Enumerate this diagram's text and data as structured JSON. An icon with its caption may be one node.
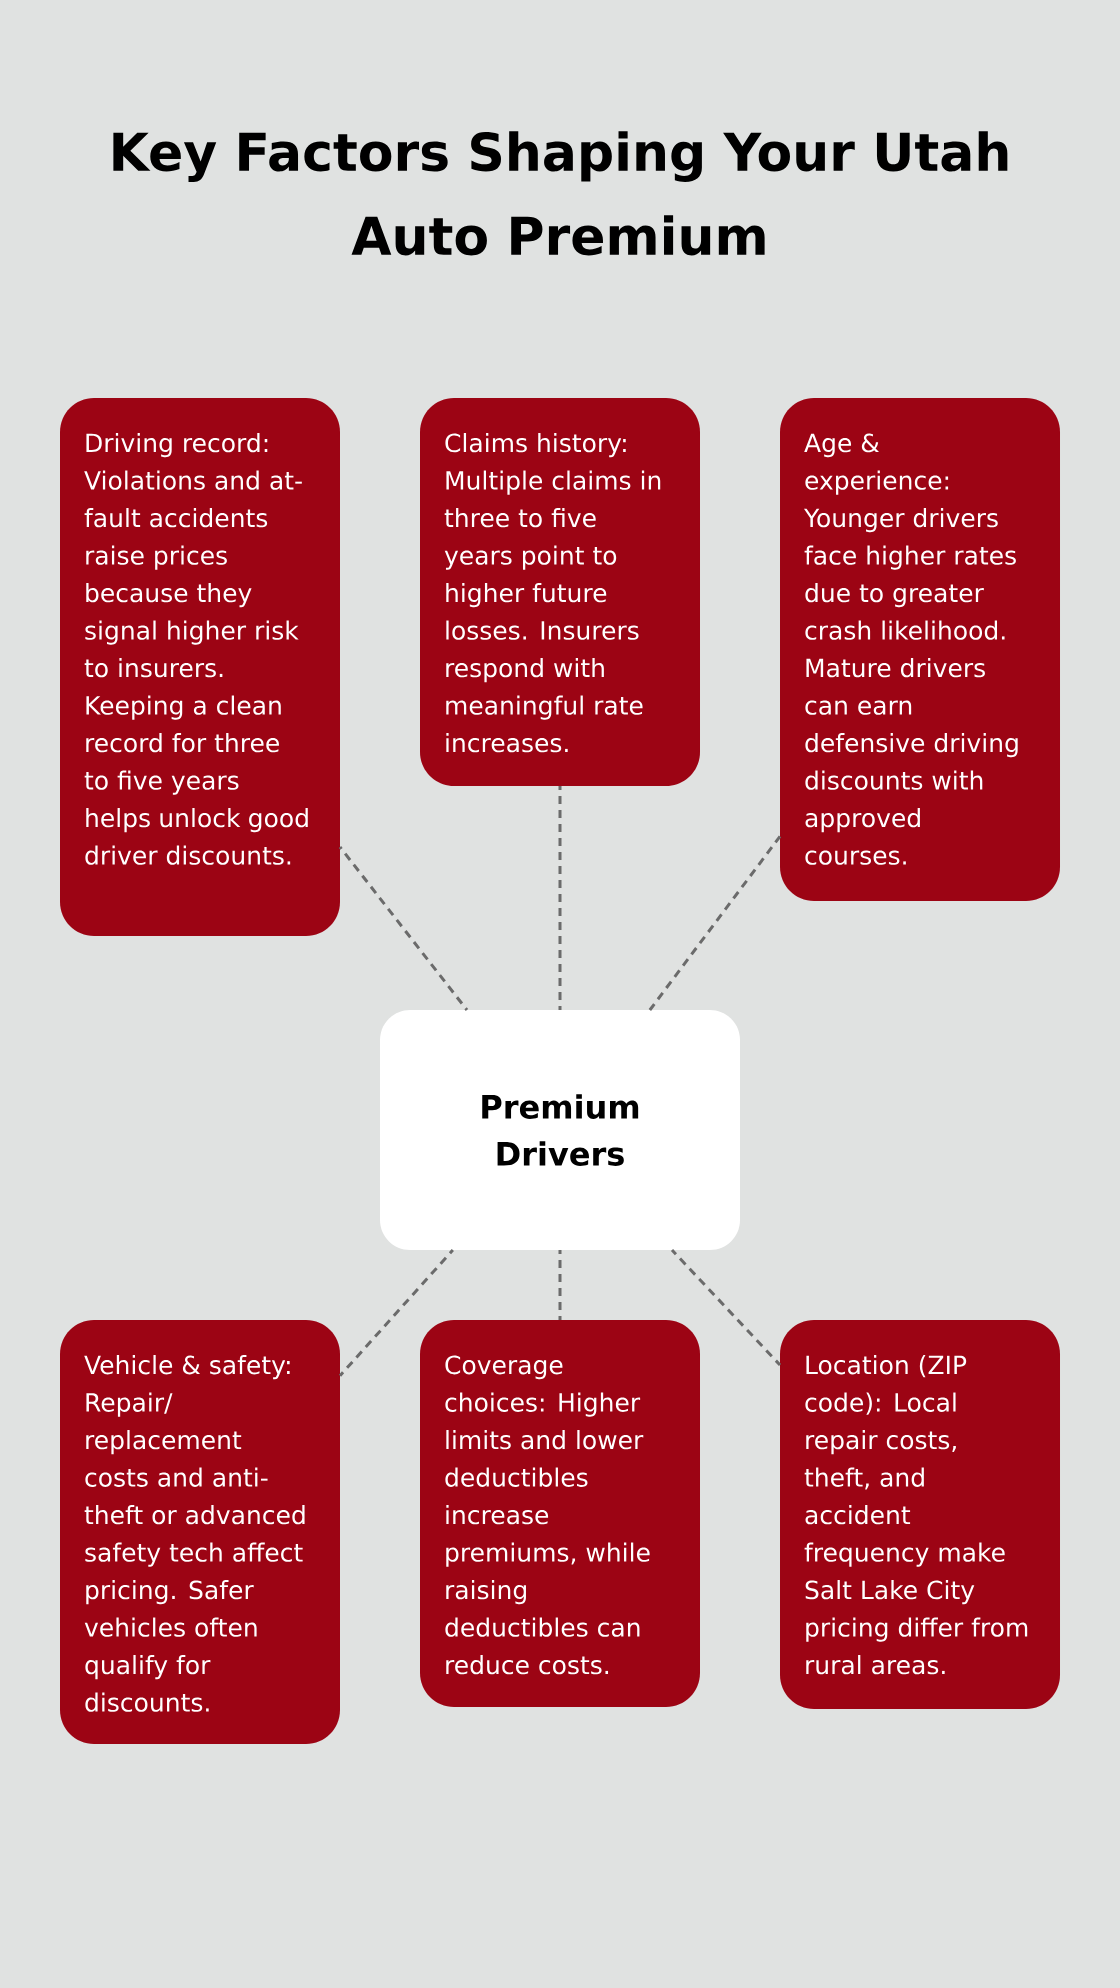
{
  "diagram": {
    "title": "Key Factors Shaping Your Utah Auto Premium",
    "nodes": [
      {
        "text": [
          "Driving record: Violations and at-fault accidents raise prices because they signal higher risk to insurers. Keeping a clean record for three to five years helps unlock good driver discounts."
        ]
      },
      {
        "text": [
          "Claims history: Multiple claims in three to five years point to higher future losses. Insurers respond with meaningful rate increases."
        ]
      },
      {
        "text": [
          "Age & experience: Younger drivers face higher rates due to greater crash likelihood. Mature drivers can earn defensive driving discounts with approved courses."
        ]
      },
      {
        "text": [
          "Premium Drivers"
        ]
      },
      {
        "text": [
          "Vehicle & safety: Repair/replacement costs and anti-theft or advanced safety tech affect pricing. Safer vehicles often qualify for discounts."
        ]
      },
      {
        "text": [
          "Coverage choices: Higher limits and lower deductibles increase premiums, while raising deductibles can reduce costs."
        ]
      },
      {
        "text": [
          "Location (ZIP code): Local repair costs, theft, and accident frequency make Salt Lake City pricing differ from rural areas."
        ]
      }
    ],
    "edges": [
      {
        "from": 3,
        "to": 0,
        "arrow": "none",
        "style": "dashed"
      },
      {
        "from": 3,
        "to": 1,
        "arrow": "none",
        "style": "dashed"
      },
      {
        "from": 3,
        "to": 2,
        "arrow": "none",
        "style": "dashed"
      },
      {
        "from": 3,
        "to": 4,
        "arrow": "none",
        "style": "dashed"
      },
      {
        "from": 3,
        "to": 5,
        "arrow": "none",
        "style": "dashed"
      },
      {
        "from": 3,
        "to": 6,
        "arrow": "none",
        "style": "dashed"
      }
    ]
  }
}
